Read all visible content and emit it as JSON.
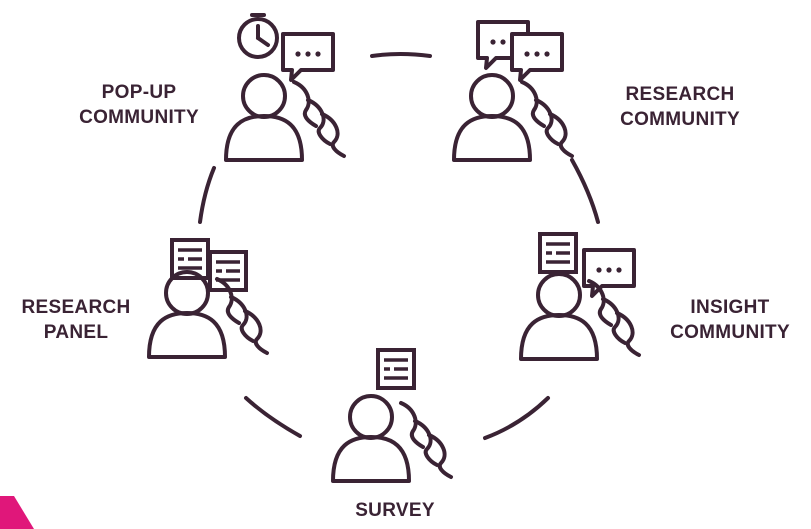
{
  "nodes": [
    {
      "id": "pop-up-community",
      "label_lines": [
        "POP-UP",
        "COMMUNITY"
      ],
      "icons": [
        "clock-icon",
        "speech-bubble-icon"
      ]
    },
    {
      "id": "research-community",
      "label_lines": [
        "RESEARCH",
        "COMMUNITY"
      ],
      "icons": [
        "speech-bubbles-icon"
      ]
    },
    {
      "id": "insight-community",
      "label_lines": [
        "INSIGHT",
        "COMMUNITY"
      ],
      "icons": [
        "document-icon",
        "speech-bubble-icon"
      ]
    },
    {
      "id": "survey",
      "label_lines": [
        "SURVEY"
      ],
      "icons": [
        "document-icon"
      ]
    },
    {
      "id": "research-panel",
      "label_lines": [
        "RESEARCH",
        "PANEL"
      ],
      "icons": [
        "documents-icon"
      ]
    }
  ],
  "colors": {
    "ink": "#3a2334",
    "accent": "#e0177a",
    "background": "#ffffff"
  }
}
